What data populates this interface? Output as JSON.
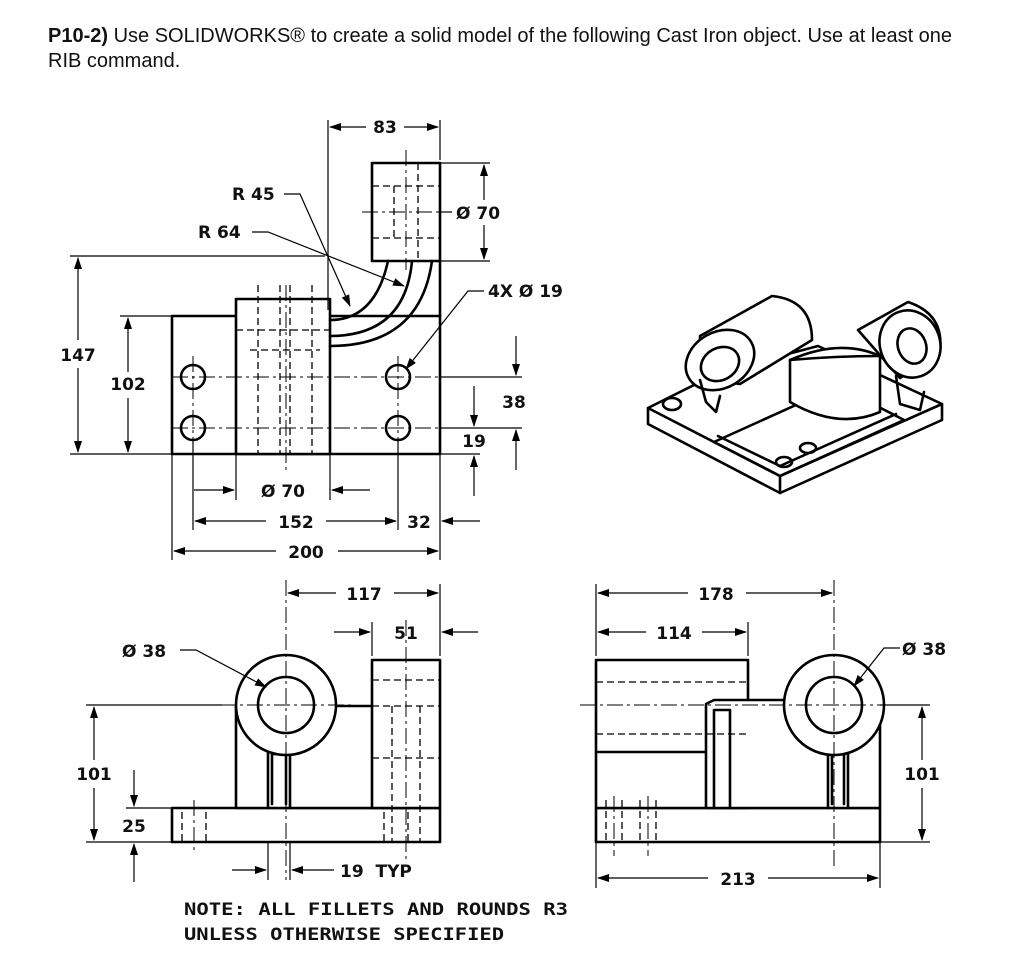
{
  "header": {
    "problem_id": "P10-2)",
    "instruction": "Use SOLIDWORKS® to create a solid model of the following Cast Iron object. Use at least one RIB command."
  },
  "top_view": {
    "dim_83": "83",
    "dim_r45": "R 45",
    "dim_r64": "R 64",
    "dim_dia70_boss": "Ø 70",
    "dim_holes": "4X  Ø 19",
    "dim_147": "147",
    "dim_102": "102",
    "dim_38": "38",
    "dim_19": "19",
    "dim_dia70_base": "Ø 70",
    "dim_152": "152",
    "dim_32": "32",
    "dim_200": "200"
  },
  "front_view": {
    "dim_117": "117",
    "dim_51": "51",
    "dim_dia38": "Ø 38",
    "dim_101": "101",
    "dim_25": "25",
    "dim_19typ": "19  TYP"
  },
  "side_view": {
    "dim_178": "178",
    "dim_114": "114",
    "dim_dia38": "Ø 38",
    "dim_101": "101",
    "dim_213": "213"
  },
  "note": {
    "line1": "NOTE: ALL FILLETS AND ROUNDS R3",
    "line2": "UNLESS OTHERWISE SPECIFIED"
  }
}
